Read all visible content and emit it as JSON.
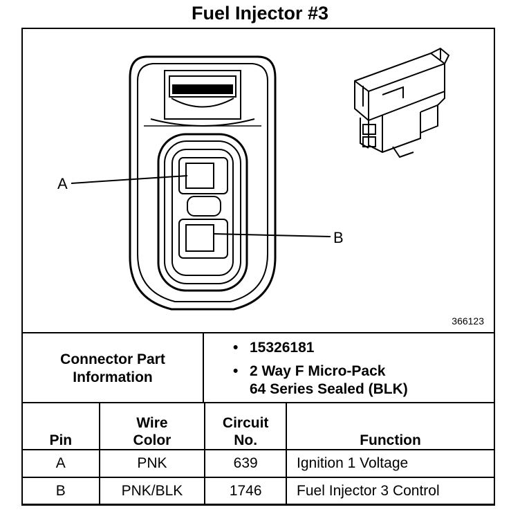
{
  "title": "Fuel Injector #3",
  "figure_number": "366123",
  "pin_callouts": {
    "a": "A",
    "b": "B"
  },
  "connector_part": {
    "label_line1": "Connector Part",
    "label_line2": "Information",
    "part_number": "15326181",
    "description_line1": "2 Way F Micro-Pack",
    "description_line2": "64 Series Sealed (BLK)"
  },
  "pin_table": {
    "headers": {
      "pin": "Pin",
      "wire_color_line1": "Wire",
      "wire_color_line2": "Color",
      "circuit_line1": "Circuit",
      "circuit_line2": "No.",
      "function": "Function"
    },
    "rows": [
      {
        "pin": "A",
        "wire_color": "PNK",
        "circuit": "639",
        "function": "Ignition 1 Voltage"
      },
      {
        "pin": "B",
        "wire_color": "PNK/BLK",
        "circuit": "1746",
        "function": "Fuel Injector 3 Control"
      }
    ]
  }
}
